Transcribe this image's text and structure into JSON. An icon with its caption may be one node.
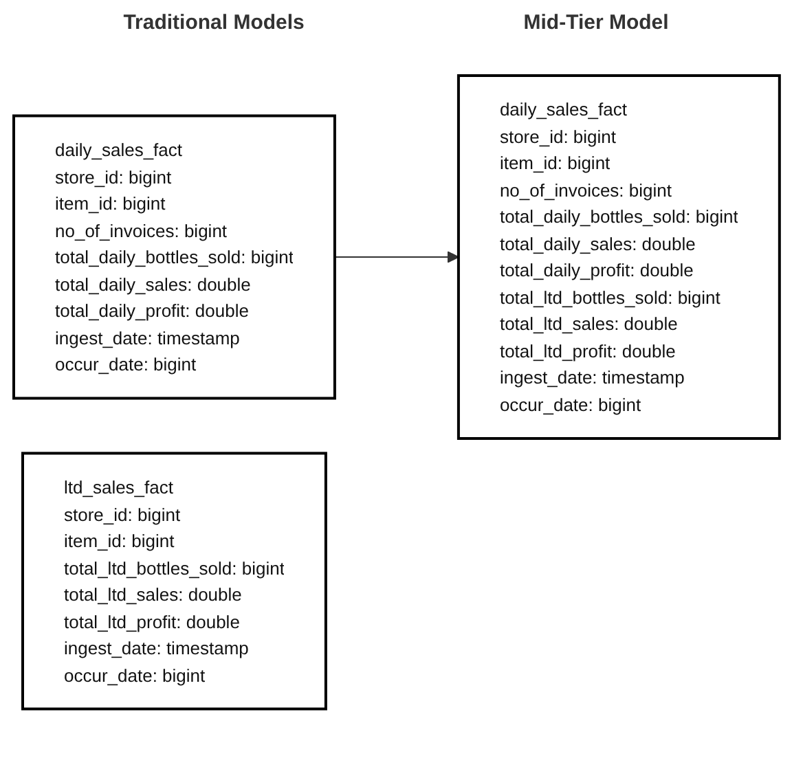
{
  "diagram": {
    "nodes": [
      {
        "text": [
          "daily_sales_fact",
          "store_id: bigint",
          "item_id: bigint",
          "no_of_invoices: bigint",
          "total_daily_bottles_sold: bigint",
          "total_daily_sales: double",
          "total_daily_profit: double",
          "ingest_date: timestamp",
          "occur_date: bigint"
        ]
      },
      {
        "text": [
          "ltd_sales_fact",
          "store_id: bigint",
          "item_id: bigint",
          "total_ltd_bottles_sold: bigint",
          "total_ltd_sales: double",
          "total_ltd_profit: double",
          "ingest_date: timestamp",
          "occur_date: bigint"
        ]
      },
      {
        "text": [
          "daily_sales_fact",
          "store_id: bigint",
          "item_id: bigint",
          "no_of_invoices: bigint",
          "total_daily_bottles_sold: bigint",
          "total_daily_sales: double",
          "total_daily_profit: double",
          "total_ltd_bottles_sold: bigint",
          "total_ltd_sales: double",
          "total_ltd_profit: double",
          "ingest_date: timestamp",
          "occur_date: bigint"
        ]
      }
    ],
    "edges": [
      {
        "from": 0,
        "to": 2,
        "arrow": "to"
      }
    ],
    "labels": [
      "Traditional Models",
      "Mid-Tier Model"
    ]
  }
}
